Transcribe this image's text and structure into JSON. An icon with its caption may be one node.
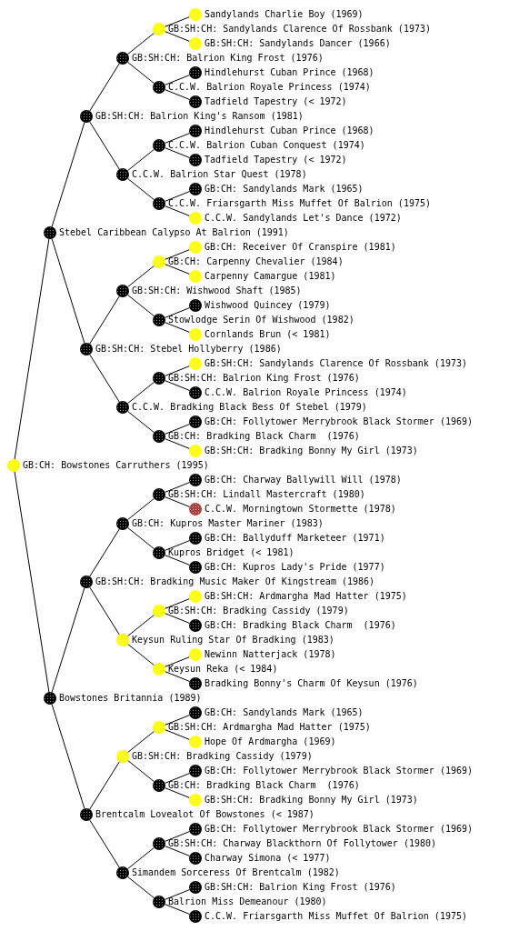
{
  "diagram": {
    "nodes": [
      {
        "text": [],
        "shape": "circle",
        "beside": [
          "Sandylands Charlie Boy (1969)"
        ]
      },
      {
        "text": [],
        "shape": "circle",
        "beside": [
          "GB:SH:CH: Sandylands Clarence Of Rossbank (1973)"
        ]
      },
      {
        "text": [],
        "shape": "circle",
        "beside": [
          "GB:SH:CH: Sandylands Dancer (1966)"
        ]
      },
      {
        "text": [],
        "shape": "circle",
        "beside": [
          "GB:SH:CH: Balrion King Frost (1976)"
        ]
      },
      {
        "text": [],
        "shape": "circle",
        "beside": [
          "Hindlehurst Cuban Prince (1968)"
        ]
      },
      {
        "text": [],
        "shape": "circle",
        "beside": [
          "C.C.W. Balrion Royale Princess (1974)"
        ]
      },
      {
        "text": [],
        "shape": "circle",
        "beside": [
          "Tadfield Tapestry (< 1972)"
        ]
      },
      {
        "text": [],
        "shape": "circle",
        "beside": [
          "GB:SH:CH: Balrion King's Ransom (1981)"
        ]
      },
      {
        "text": [],
        "shape": "circle",
        "beside": [
          "Hindlehurst Cuban Prince (1968)"
        ]
      },
      {
        "text": [],
        "shape": "circle",
        "beside": [
          "C.C.W. Balrion Cuban Conquest (1974)"
        ]
      },
      {
        "text": [],
        "shape": "circle",
        "beside": [
          "Tadfield Tapestry (< 1972)"
        ]
      },
      {
        "text": [],
        "shape": "circle",
        "beside": [
          "C.C.W. Balrion Star Quest (1978)"
        ]
      },
      {
        "text": [],
        "shape": "circle",
        "beside": [
          "GB:CH: Sandylands Mark (1965)"
        ]
      },
      {
        "text": [],
        "shape": "circle",
        "beside": [
          "C.C.W. Friarsgarth Miss Muffet Of Balrion (1975)"
        ]
      },
      {
        "text": [],
        "shape": "circle",
        "beside": [
          "C.C.W. Sandylands Let's Dance (1972)"
        ]
      },
      {
        "text": [],
        "shape": "circle",
        "beside": [
          "Stebel Caribbean Calypso At Balrion (1991)"
        ]
      },
      {
        "text": [],
        "shape": "circle",
        "beside": [
          "GB:CH: Receiver Of Cranspire (1981)"
        ]
      },
      {
        "text": [],
        "shape": "circle",
        "beside": [
          "GB:CH: Carpenny Chevalier (1984)"
        ]
      },
      {
        "text": [],
        "shape": "circle",
        "beside": [
          "Carpenny Camargue (1981)"
        ]
      },
      {
        "text": [],
        "shape": "circle",
        "beside": [
          "GB:SH:CH: Wishwood Shaft (1985)"
        ]
      },
      {
        "text": [],
        "shape": "circle",
        "beside": [
          "Wishwood Quincey (1979)"
        ]
      },
      {
        "text": [],
        "shape": "circle",
        "beside": [
          "Stowlodge Serin Of Wishwood (1982)"
        ]
      },
      {
        "text": [],
        "shape": "circle",
        "beside": [
          "Cornlands Brun (< 1981)"
        ]
      },
      {
        "text": [],
        "shape": "circle",
        "beside": [
          "GB:SH:CH: Stebel Hollyberry (1986)"
        ]
      },
      {
        "text": [],
        "shape": "circle",
        "beside": [
          "GB:SH:CH: Sandylands Clarence Of Rossbank (1973)"
        ]
      },
      {
        "text": [],
        "shape": "circle",
        "beside": [
          "GB:SH:CH: Balrion King Frost (1976)"
        ]
      },
      {
        "text": [],
        "shape": "circle",
        "beside": [
          "C.C.W. Balrion Royale Princess (1974)"
        ]
      },
      {
        "text": [],
        "shape": "circle",
        "beside": [
          "C.C.W. Bradking Black Bess Of Stebel (1979)"
        ]
      },
      {
        "text": [],
        "shape": "circle",
        "beside": [
          "GB:CH: Follytower Merrybrook Black Stormer (1969)"
        ]
      },
      {
        "text": [],
        "shape": "circle",
        "beside": [
          "GB:CH: Bradking Black Charm  (1976)"
        ]
      },
      {
        "text": [],
        "shape": "circle",
        "beside": [
          "GB:SH:CH: Bradking Bonny My Girl (1973)"
        ]
      },
      {
        "text": [],
        "shape": "circle",
        "beside": [
          "GB:CH: Bowstones Carruthers (1995)"
        ]
      },
      {
        "text": [],
        "shape": "circle",
        "beside": [
          "GB:CH: Charway Ballywill Will (1978)"
        ]
      },
      {
        "text": [],
        "shape": "circle",
        "beside": [
          "GB:SH:CH: Lindall Mastercraft (1980)"
        ]
      },
      {
        "text": [],
        "shape": "circle",
        "beside": [
          "C.C.W. Morningtown Stormette (1978)"
        ]
      },
      {
        "text": [],
        "shape": "circle",
        "beside": [
          "GB:CH: Kupros Master Mariner (1983)"
        ]
      },
      {
        "text": [],
        "shape": "circle",
        "beside": [
          "GB:CH: Ballyduff Marketeer (1971)"
        ]
      },
      {
        "text": [],
        "shape": "circle",
        "beside": [
          "Kupros Bridget (< 1981)"
        ]
      },
      {
        "text": [],
        "shape": "circle",
        "beside": [
          "GB:CH: Kupros Lady's Pride (1977)"
        ]
      },
      {
        "text": [],
        "shape": "circle",
        "beside": [
          "GB:SH:CH: Bradking Music Maker Of Kingstream (1986)"
        ]
      },
      {
        "text": [],
        "shape": "circle",
        "beside": [
          "GB:SH:CH: Ardmargha Mad Hatter (1975)"
        ]
      },
      {
        "text": [],
        "shape": "circle",
        "beside": [
          "GB:SH:CH: Bradking Cassidy (1979)"
        ]
      },
      {
        "text": [],
        "shape": "circle",
        "beside": [
          "GB:CH: Bradking Black Charm  (1976)"
        ]
      },
      {
        "text": [],
        "shape": "circle",
        "beside": [
          "Keysun Ruling Star Of Bradking (1983)"
        ]
      },
      {
        "text": [],
        "shape": "circle",
        "beside": [
          "Newinn Natterjack (1978)"
        ]
      },
      {
        "text": [],
        "shape": "circle",
        "beside": [
          "Keysun Reka (< 1984)"
        ]
      },
      {
        "text": [],
        "shape": "circle",
        "beside": [
          "Bradking Bonny's Charm Of Keysun (1976)"
        ]
      },
      {
        "text": [],
        "shape": "circle",
        "beside": [
          "Bowstones Britannia (1989)"
        ]
      },
      {
        "text": [],
        "shape": "circle",
        "beside": [
          "GB:CH: Sandylands Mark (1965)"
        ]
      },
      {
        "text": [],
        "shape": "circle",
        "beside": [
          "GB:SH:CH: Ardmargha Mad Hatter (1975)"
        ]
      },
      {
        "text": [],
        "shape": "circle",
        "beside": [
          "Hope Of Ardmargha (1969)"
        ]
      },
      {
        "text": [],
        "shape": "circle",
        "beside": [
          "GB:SH:CH: Bradking Cassidy (1979)"
        ]
      },
      {
        "text": [],
        "shape": "circle",
        "beside": [
          "GB:CH: Follytower Merrybrook Black Stormer (1969)"
        ]
      },
      {
        "text": [],
        "shape": "circle",
        "beside": [
          "GB:CH: Bradking Black Charm  (1976)"
        ]
      },
      {
        "text": [],
        "shape": "circle",
        "beside": [
          "GB:SH:CH: Bradking Bonny My Girl (1973)"
        ]
      },
      {
        "text": [],
        "shape": "circle",
        "beside": [
          "Brentcalm Lovealot Of Bowstones (< 1987)"
        ]
      },
      {
        "text": [],
        "shape": "circle",
        "beside": [
          "GB:CH: Follytower Merrybrook Black Stormer (1969)"
        ]
      },
      {
        "text": [],
        "shape": "circle",
        "beside": [
          "GB:SH:CH: Charway Blackthorn Of Follytower (1980)"
        ]
      },
      {
        "text": [],
        "shape": "circle",
        "beside": [
          "Charway Simona (< 1977)"
        ]
      },
      {
        "text": [],
        "shape": "circle",
        "beside": [
          "Simandem Sorceress Of Brentcalm (1982)"
        ]
      },
      {
        "text": [],
        "shape": "circle",
        "beside": [
          "GB:SH:CH: Balrion King Frost (1976)"
        ]
      },
      {
        "text": [],
        "shape": "circle",
        "beside": [
          "Balrion Miss Demeanour (1980)"
        ]
      },
      {
        "text": [],
        "shape": "circle",
        "beside": [
          "C.C.W. Friarsgarth Miss Muffet Of Balrion (1975)"
        ]
      }
    ],
    "edges": [
      {
        "from": 31,
        "to": 15,
        "arrow": "none"
      },
      {
        "from": 31,
        "to": 47,
        "arrow": "none"
      },
      {
        "from": 15,
        "to": 7,
        "arrow": "none"
      },
      {
        "from": 15,
        "to": 23,
        "arrow": "none"
      },
      {
        "from": 47,
        "to": 39,
        "arrow": "none"
      },
      {
        "from": 47,
        "to": 55,
        "arrow": "none"
      },
      {
        "from": 7,
        "to": 3,
        "arrow": "none"
      },
      {
        "from": 7,
        "to": 11,
        "arrow": "none"
      },
      {
        "from": 23,
        "to": 19,
        "arrow": "none"
      },
      {
        "from": 23,
        "to": 27,
        "arrow": "none"
      },
      {
        "from": 39,
        "to": 35,
        "arrow": "none"
      },
      {
        "from": 39,
        "to": 43,
        "arrow": "none"
      },
      {
        "from": 55,
        "to": 51,
        "arrow": "none"
      },
      {
        "from": 55,
        "to": 59,
        "arrow": "none"
      },
      {
        "from": 3,
        "to": 1,
        "arrow": "none"
      },
      {
        "from": 3,
        "to": 5,
        "arrow": "none"
      },
      {
        "from": 11,
        "to": 9,
        "arrow": "none"
      },
      {
        "from": 11,
        "to": 13,
        "arrow": "none"
      },
      {
        "from": 19,
        "to": 17,
        "arrow": "none"
      },
      {
        "from": 19,
        "to": 21,
        "arrow": "none"
      },
      {
        "from": 27,
        "to": 25,
        "arrow": "none"
      },
      {
        "from": 27,
        "to": 29,
        "arrow": "none"
      },
      {
        "from": 35,
        "to": 33,
        "arrow": "none"
      },
      {
        "from": 35,
        "to": 37,
        "arrow": "none"
      },
      {
        "from": 43,
        "to": 41,
        "arrow": "none"
      },
      {
        "from": 43,
        "to": 45,
        "arrow": "none"
      },
      {
        "from": 51,
        "to": 49,
        "arrow": "none"
      },
      {
        "from": 51,
        "to": 53,
        "arrow": "none"
      },
      {
        "from": 59,
        "to": 57,
        "arrow": "none"
      },
      {
        "from": 59,
        "to": 61,
        "arrow": "none"
      },
      {
        "from": 1,
        "to": 0,
        "arrow": "none"
      },
      {
        "from": 1,
        "to": 2,
        "arrow": "none"
      },
      {
        "from": 5,
        "to": 4,
        "arrow": "none"
      },
      {
        "from": 5,
        "to": 6,
        "arrow": "none"
      },
      {
        "from": 9,
        "to": 8,
        "arrow": "none"
      },
      {
        "from": 9,
        "to": 10,
        "arrow": "none"
      },
      {
        "from": 13,
        "to": 12,
        "arrow": "none"
      },
      {
        "from": 13,
        "to": 14,
        "arrow": "none"
      },
      {
        "from": 17,
        "to": 16,
        "arrow": "none"
      },
      {
        "from": 17,
        "to": 18,
        "arrow": "none"
      },
      {
        "from": 21,
        "to": 20,
        "arrow": "none"
      },
      {
        "from": 21,
        "to": 22,
        "arrow": "none"
      },
      {
        "from": 25,
        "to": 24,
        "arrow": "none"
      },
      {
        "from": 25,
        "to": 26,
        "arrow": "none"
      },
      {
        "from": 29,
        "to": 28,
        "arrow": "none"
      },
      {
        "from": 29,
        "to": 30,
        "arrow": "none"
      },
      {
        "from": 33,
        "to": 32,
        "arrow": "none"
      },
      {
        "from": 33,
        "to": 34,
        "arrow": "none"
      },
      {
        "from": 37,
        "to": 36,
        "arrow": "none"
      },
      {
        "from": 37,
        "to": 38,
        "arrow": "none"
      },
      {
        "from": 41,
        "to": 40,
        "arrow": "none"
      },
      {
        "from": 41,
        "to": 42,
        "arrow": "none"
      },
      {
        "from": 45,
        "to": 44,
        "arrow": "none"
      },
      {
        "from": 45,
        "to": 46,
        "arrow": "none"
      },
      {
        "from": 49,
        "to": 48,
        "arrow": "none"
      },
      {
        "from": 49,
        "to": 50,
        "arrow": "none"
      },
      {
        "from": 53,
        "to": 52,
        "arrow": "none"
      },
      {
        "from": 53,
        "to": 54,
        "arrow": "none"
      },
      {
        "from": 57,
        "to": 56,
        "arrow": "none"
      },
      {
        "from": 57,
        "to": 58,
        "arrow": "none"
      },
      {
        "from": 61,
        "to": 60,
        "arrow": "none"
      },
      {
        "from": 61,
        "to": 62,
        "arrow": "none"
      }
    ]
  }
}
